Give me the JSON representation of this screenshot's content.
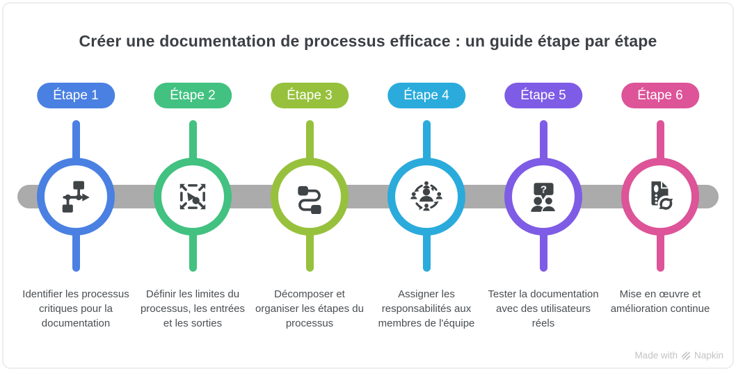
{
  "title": "Créer une documentation de processus efficace : un guide étape par étape",
  "timeline": {
    "color": "#ababab"
  },
  "icon_color": "#3f4447",
  "steps": [
    {
      "label": "Étape 1",
      "color": "#4a80e2",
      "icon": "flowchart-icon",
      "description": "Identifier les processus critiques pour la documentation"
    },
    {
      "label": "Étape 2",
      "color": "#42c181",
      "icon": "scope-boundaries-icon",
      "description": "Définir les limites du processus, les entrées et les sorties"
    },
    {
      "label": "Étape 3",
      "color": "#97c13d",
      "icon": "workflow-steps-icon",
      "description": "Décomposer et organiser les étapes du processus"
    },
    {
      "label": "Étape 4",
      "color": "#2aabdb",
      "icon": "team-delegation-icon",
      "description": "Assigner les responsabilités aux membres de l'équipe"
    },
    {
      "label": "Étape 5",
      "color": "#7e5ce5",
      "icon": "user-feedback-icon",
      "description": "Tester la documentation avec des utilisateurs réels"
    },
    {
      "label": "Étape 6",
      "color": "#dd5498",
      "icon": "document-refresh-icon",
      "description": "Mise en œuvre et amélioration continue"
    }
  ],
  "watermark": {
    "prefix": "Made with",
    "brand": "Napkin"
  }
}
